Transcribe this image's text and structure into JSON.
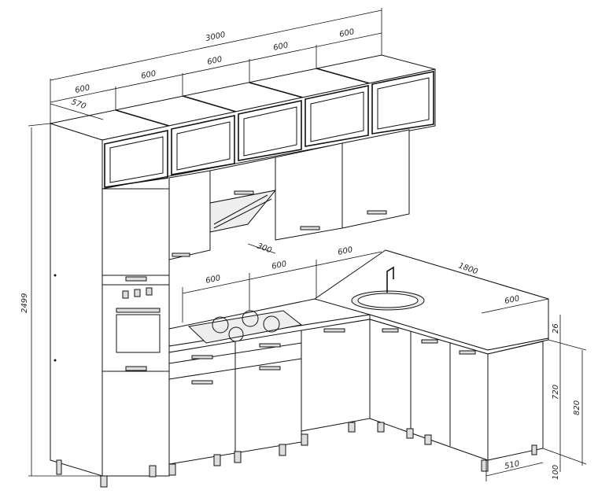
{
  "drawing": {
    "upper_dims": {
      "overall": "3000",
      "section_1": "600",
      "section_2": "600",
      "section_3": "600",
      "section_4": "600",
      "section_5": "600",
      "depth": "570"
    },
    "height_dim": "2499",
    "hood_depth_dim": "300",
    "counter_dims": {
      "section_1": "600",
      "section_2": "600",
      "section_3": "600",
      "side_length": "1800",
      "side_depth": "600"
    },
    "base_dims": {
      "countertop_thickness": "26",
      "carcass_height": "720",
      "total_height": "820",
      "plinth_height": "100",
      "base_depth": "510"
    }
  }
}
